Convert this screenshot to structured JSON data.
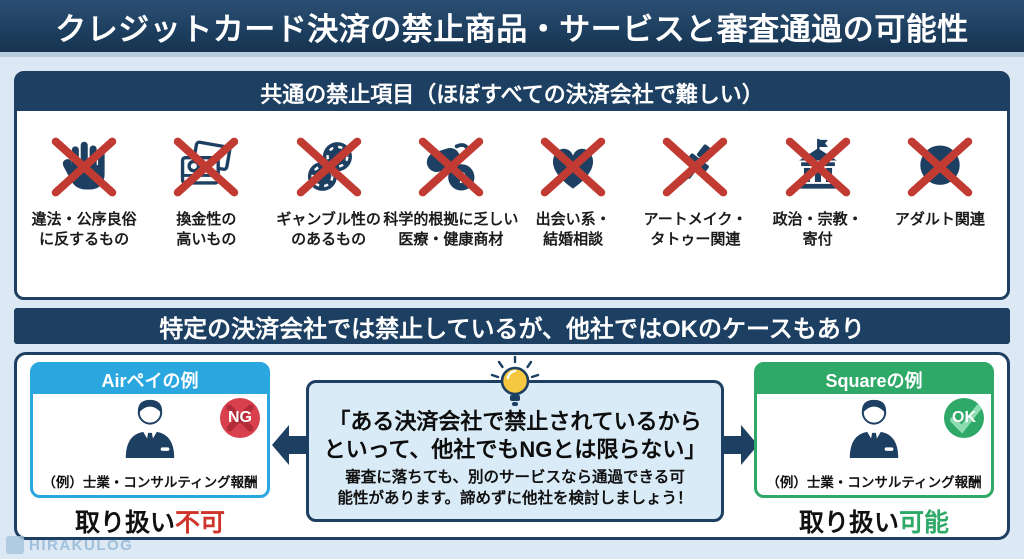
{
  "title": "クレジットカード決済の禁止商品・サービスと審査通過の可能性",
  "common": {
    "header": "共通の禁止項目（ほぼすべての決済会社で難しい）",
    "items": [
      {
        "icon": "hand-stop-icon",
        "lines": [
          "違法・公序良俗",
          "に反するもの"
        ]
      },
      {
        "icon": "gift-cards-icon",
        "lines": [
          "換金性の",
          "高いもの"
        ]
      },
      {
        "icon": "casino-chips-icon",
        "lines": [
          "ギャンブル性の",
          "のあるもの"
        ]
      },
      {
        "icon": "pills-icon",
        "lines": [
          "科学的根拠に乏しい",
          "医療・健康商材"
        ]
      },
      {
        "icon": "heart-icon",
        "lines": [
          "出会い系・",
          "結婚相談"
        ]
      },
      {
        "icon": "tattoo-machine-icon",
        "lines": [
          "アートメイク・",
          "タトゥー関連"
        ]
      },
      {
        "icon": "government-building-icon",
        "lines": [
          "政治・宗教・",
          "寄付"
        ]
      },
      {
        "icon": "adult-circle-icon",
        "lines": [
          "アダルト関連"
        ]
      }
    ]
  },
  "cases": {
    "banner": "特定の決済会社では禁止しているが、他社ではOKのケースもあり",
    "air": {
      "header": "Airペイの例",
      "badge": "NG",
      "example": "（例）士業・コンサルティング報酬",
      "result_prefix": "取り扱い",
      "result": "不可"
    },
    "square": {
      "header": "Squareの例",
      "badge": "OK",
      "example": "（例）士業・コンサルティング報酬",
      "result_prefix": "取り扱い",
      "result": "可能"
    },
    "center": {
      "quote_line1": "「ある決済会社で禁止されているから",
      "quote_line2": "といって、他社でもNGとは限らない」",
      "note_line1": "審査に落ちても、別のサービスなら通過できる可",
      "note_line2": "能性があります。諦めずに他社を検討しましょう！"
    }
  },
  "watermark": "HIRAKULOG",
  "colors": {
    "navy": "#1d3f61",
    "page_bg": "#dce8f3",
    "cross_red": "#c23b33",
    "air_blue": "#2ba7e0",
    "square_green": "#2fa968",
    "ng_red": "#d8404d",
    "ng_text_red": "#cf342b",
    "bulb_yellow": "#f6c83f",
    "center_box_bg": "#d9ebf7"
  }
}
